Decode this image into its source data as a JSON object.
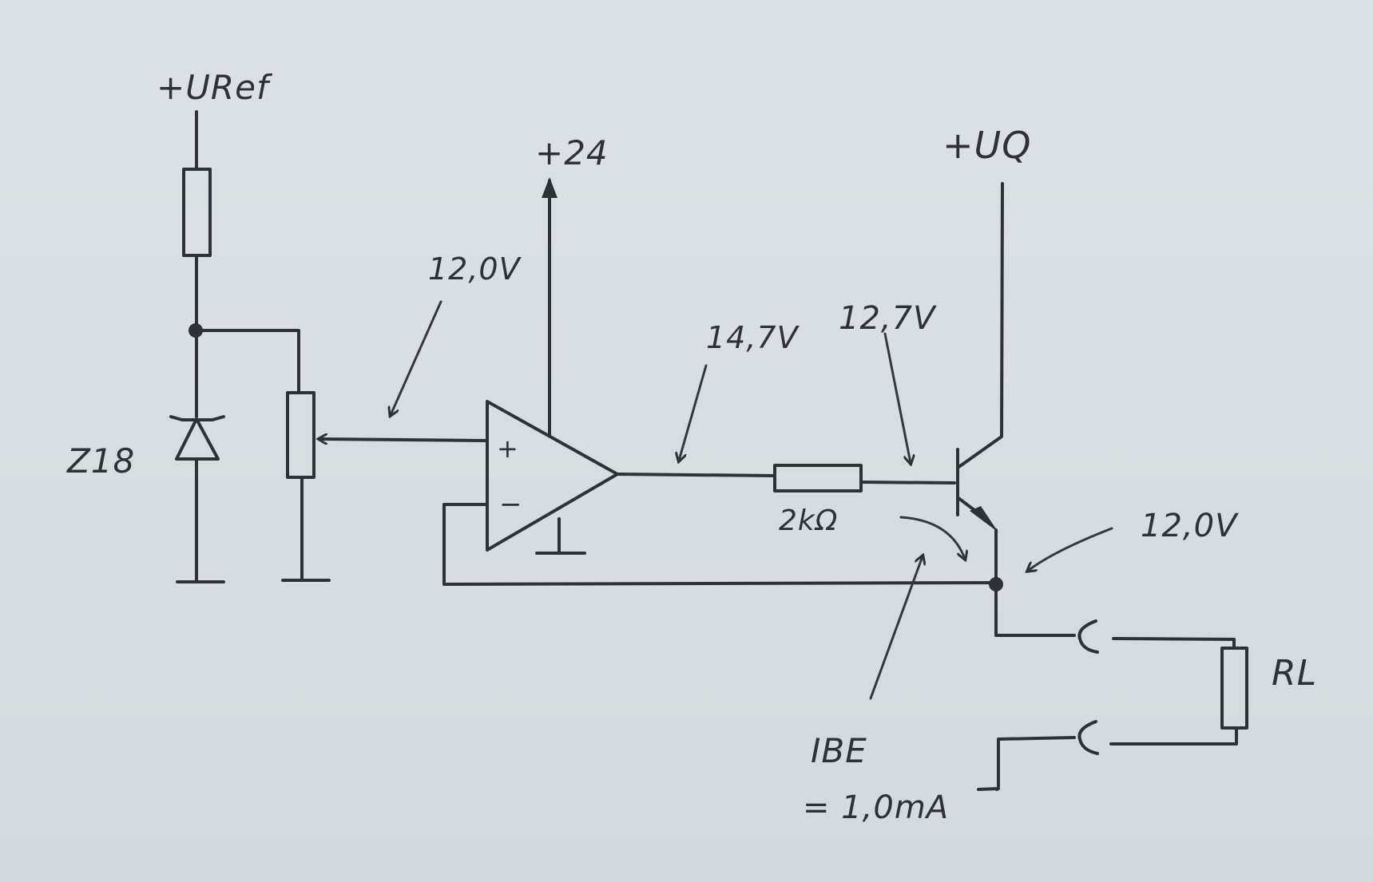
{
  "labels": {
    "uref": "+URef",
    "plus24": "+24",
    "uq": "+UQ",
    "zener": "Z18",
    "v_wiper": "12,0V",
    "v_opamp_out": "14,7V",
    "v_base": "12,7V",
    "resistor": "2kΩ",
    "v_emitter": "12,0V",
    "load": "RL",
    "ibe_name": "IBE",
    "ibe_value": "= 1,0mA",
    "opamp_plus": "+",
    "opamp_minus": "−"
  },
  "colors": {
    "ink": "#2e3236",
    "paper": "#d8dfe2"
  }
}
